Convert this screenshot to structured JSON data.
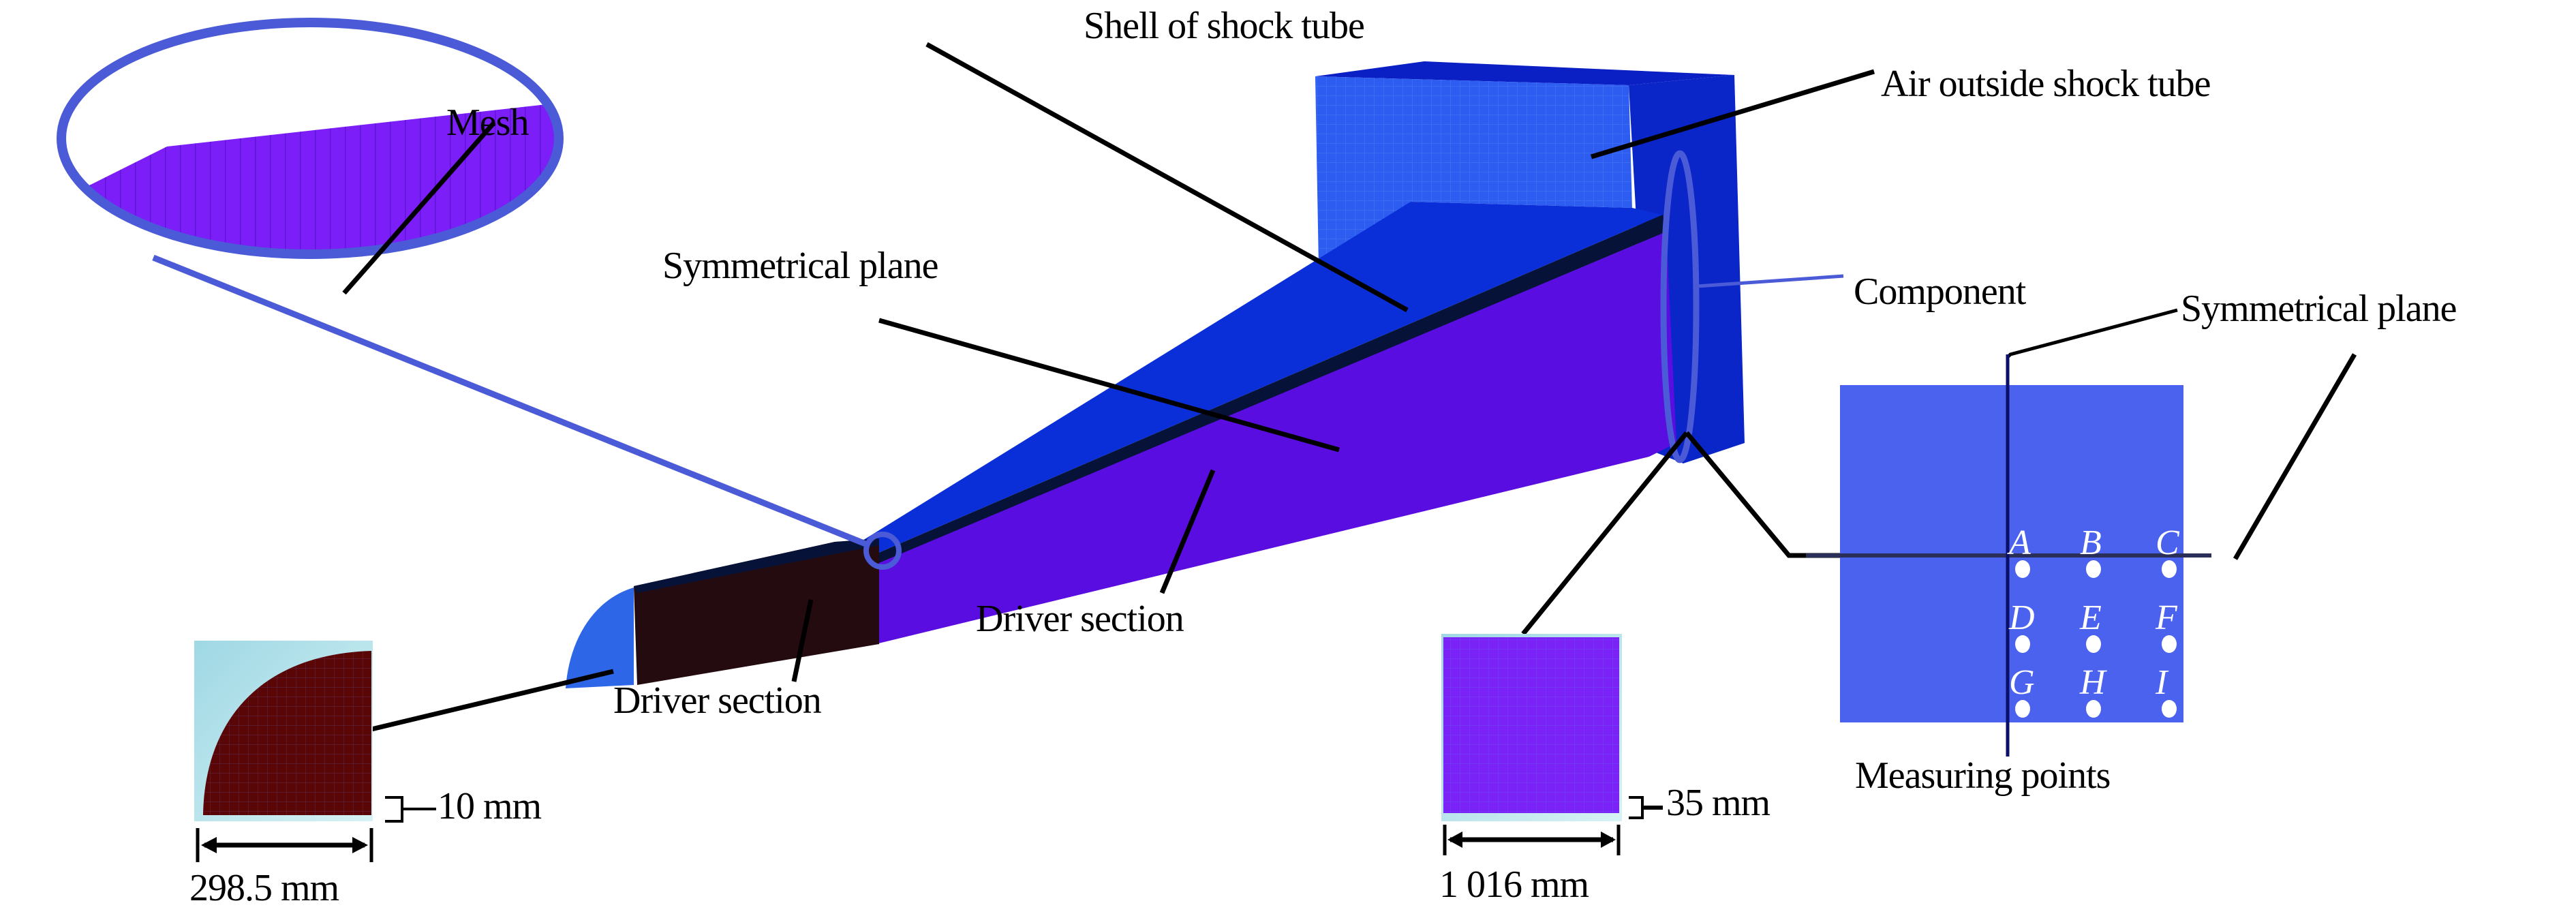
{
  "figure": {
    "colors": {
      "air_box_front": "#2d5cf0",
      "air_box_dark": "#0a1fc4",
      "driven_purple": "#5a0de0",
      "driver_dark": "#230b10",
      "end_cap_blue": "#2e66e8",
      "callout_blue": "#4b5bd8",
      "section_panel": "#4b62ef",
      "driver_cross_section": "#5a0606",
      "driven_cross_section": "#7b22f6",
      "cross_section_bg": "#b6e6ee"
    },
    "labels": {
      "shell": "Shell of shock tube",
      "mesh": "Mesh",
      "sym_plane_left": "Symmetrical plane",
      "air_outside": "Air outside shock tube",
      "component": "Component",
      "sym_plane_right": "Symmetrical plane",
      "driver_section_upper": "Driver section",
      "driver_section_lower": "Driver section",
      "measuring_points": "Measuring points"
    },
    "dimensions": {
      "driver_width": "298.5 mm",
      "driver_mesh": "10 mm",
      "driven_width": "1 016 mm",
      "driven_mesh": "35 mm"
    },
    "measuring_points": [
      "A",
      "B",
      "C",
      "D",
      "E",
      "F",
      "G",
      "H",
      "I"
    ]
  }
}
